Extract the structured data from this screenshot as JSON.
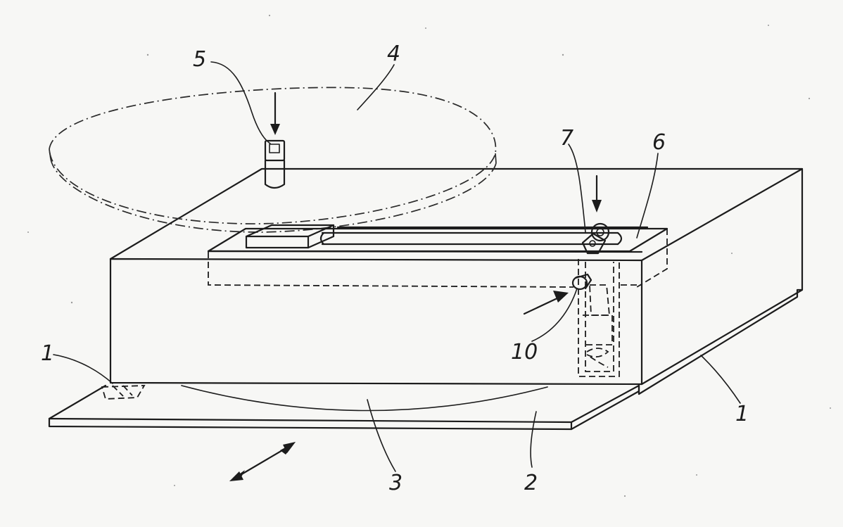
{
  "figure": {
    "reference_numerals": {
      "base_plate_left": "1",
      "base_plate_right": "1",
      "bottom_plate": "2",
      "turntable": "3",
      "disc": "4",
      "spindle": "5",
      "slide_rail": "6",
      "lever_roller": "7",
      "push_button": "10"
    }
  }
}
